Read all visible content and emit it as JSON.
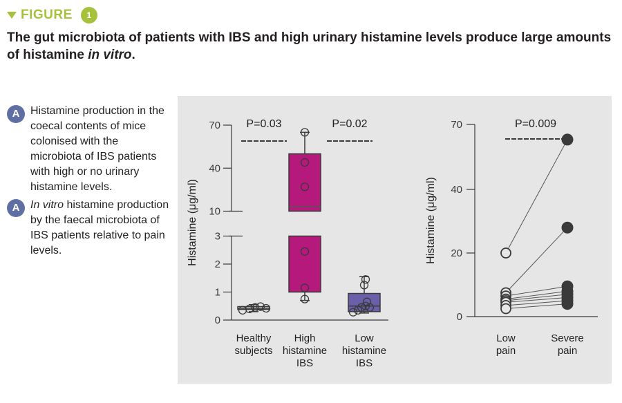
{
  "figure": {
    "label": "FIGURE",
    "number": "1"
  },
  "title": {
    "main": "The gut microbiota of patients with IBS and high urinary histamine levels produce large amounts of histamine ",
    "italic": "in vitro",
    "end": "."
  },
  "captions": [
    {
      "badge": "A",
      "text": "Histamine production in the coecal contents of mice colonised with the microbiota of IBS patients with high or no urinary histamine levels."
    },
    {
      "badge": "A",
      "italic": "In vitro",
      "text": " histamine production by the faecal microbiota of IBS patients relative to pain levels."
    }
  ],
  "colors": {
    "accent": "#a6c13c",
    "badge": "#5f6fa3",
    "panel_bg": "#e6e6e7",
    "magenta": "#b5197c",
    "purple": "#6a60a9"
  },
  "chart_data": [
    {
      "type": "box",
      "ylabel": "Histamine (μg/ml)",
      "y_axis": "broken",
      "yticks_lower": [
        0,
        1,
        2,
        3
      ],
      "yticks_upper": [
        10,
        40,
        70
      ],
      "ylim_lower": [
        0,
        3
      ],
      "ylim_upper": [
        10,
        70
      ],
      "categories": [
        {
          "lines": [
            "Healthy",
            "subjects"
          ]
        },
        {
          "lines": [
            "High",
            "histamine",
            "IBS"
          ]
        },
        {
          "lines": [
            "Low",
            "histamine",
            "IBS"
          ]
        }
      ],
      "boxes": [
        {
          "color": "#3a3a3a",
          "min": 0.3,
          "q1": 0.38,
          "median": 0.42,
          "q3": 0.48,
          "max": 0.55
        },
        {
          "color": "#b5197c",
          "min": 0.7,
          "q1": 1.0,
          "median": 13,
          "q3": 50,
          "max": 65
        },
        {
          "color": "#6a60a9",
          "min": 0.25,
          "q1": 0.3,
          "median": 0.5,
          "q3": 0.95,
          "max": 1.55
        }
      ],
      "points": [
        [
          0.35,
          0.4,
          0.45,
          0.48,
          0.42
        ],
        [
          0.75,
          1.15,
          2.45,
          27,
          44,
          65
        ],
        [
          0.28,
          0.35,
          0.45,
          0.5,
          0.45,
          0.65,
          1.25,
          1.45
        ]
      ],
      "annotations": [
        {
          "text": "P=0.03",
          "between": [
            0,
            1
          ]
        },
        {
          "text": "P=0.02",
          "between": [
            1,
            2
          ]
        }
      ]
    },
    {
      "type": "paired-line",
      "ylabel": "Histamine (μg/ml)",
      "yticks": [
        0,
        20,
        40,
        70
      ],
      "scale": "broken-linear",
      "categories": [
        {
          "lines": [
            "Low",
            "pain"
          ]
        },
        {
          "lines": [
            "Severe",
            "pain"
          ]
        }
      ],
      "pairs": [
        [
          20,
          63
        ],
        [
          7.5,
          28
        ],
        [
          6.5,
          9.5
        ],
        [
          5.5,
          8
        ],
        [
          5,
          7
        ],
        [
          4.5,
          6
        ],
        [
          3.5,
          5
        ],
        [
          2.5,
          4
        ]
      ],
      "annotation": "P=0.009"
    }
  ]
}
